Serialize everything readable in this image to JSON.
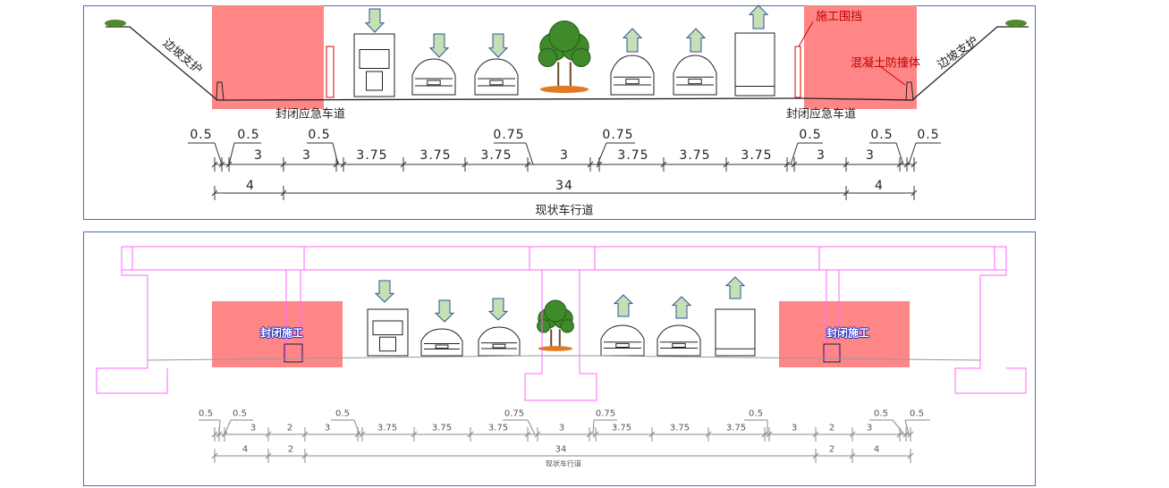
{
  "top_section": {
    "slope_left": "边坡支护",
    "slope_right": "边坡支护",
    "closed_lane_left": "封闭应急车道",
    "closed_lane_right": "封闭应急车道",
    "fence_label": "施工围挡",
    "barrier_label": "混凝土防撞体",
    "road_label": "现状车行道",
    "dim_top": [
      "0.5",
      "0.5",
      "0.5",
      "0.75",
      "0.75",
      "0.5",
      "0.5",
      "0.5"
    ],
    "dim_mid": [
      "3",
      "3",
      "3.75",
      "3.75",
      "3.75",
      "3",
      "3.75",
      "3.75",
      "3.75",
      "3",
      "3"
    ],
    "dim_total": [
      "4",
      "34",
      "4"
    ]
  },
  "bottom_section": {
    "closed_work_left": "封闭施工",
    "closed_work_right": "封闭施工",
    "road_label": "现状车行道",
    "dim_top": [
      "0.5",
      "0.5",
      "0.5",
      "0.75",
      "0.75",
      "0.5",
      "0.5",
      "0.5"
    ],
    "dim_mid": [
      "3",
      "2",
      "3",
      "3.75",
      "3.75",
      "3.75",
      "3",
      "3.75",
      "3.75",
      "3.75",
      "3",
      "2",
      "3"
    ],
    "dim_total": [
      "4",
      "2",
      "34",
      "2",
      "4"
    ]
  },
  "colors": {
    "closure_zone": "#ff7f7f",
    "arrow_fill": "#c5e0b4",
    "arrow_stroke": "#2f5597",
    "bridge_line": "#ff66ff",
    "panel_border": "#4a6fc0"
  }
}
